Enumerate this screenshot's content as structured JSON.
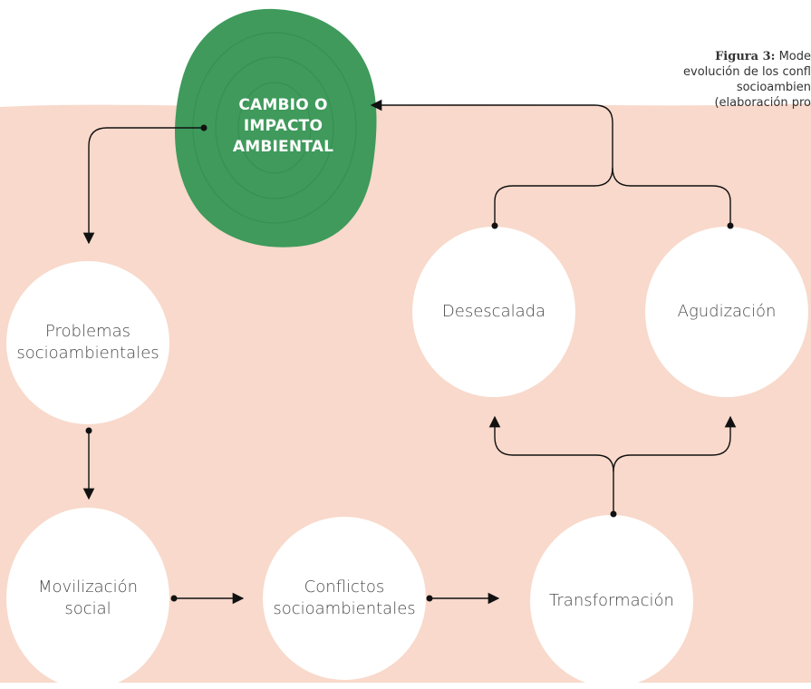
{
  "caption": {
    "label": "Figura 3:",
    "line1": "Mode",
    "line2": "evolución de los confl",
    "line3": "socioambien",
    "line4": "(elaboración pro"
  },
  "impact_node": {
    "label": "CAMBIO O\nIMPACTO\nAMBIENTAL"
  },
  "nodes": {
    "problemas": "Problemas\nsocioambientales",
    "movilizacion": "Movilización\nsocial",
    "conflictos": "Conflictos\nsocioambientales",
    "transformacion": "Transformación",
    "desescalada": "Desescalada",
    "agudizacion": "Agudización"
  },
  "colors": {
    "background_band": "#f8d9cb",
    "impact_green": "#3f9a5c",
    "node_fill": "#ffffff",
    "edge": "#111111"
  }
}
